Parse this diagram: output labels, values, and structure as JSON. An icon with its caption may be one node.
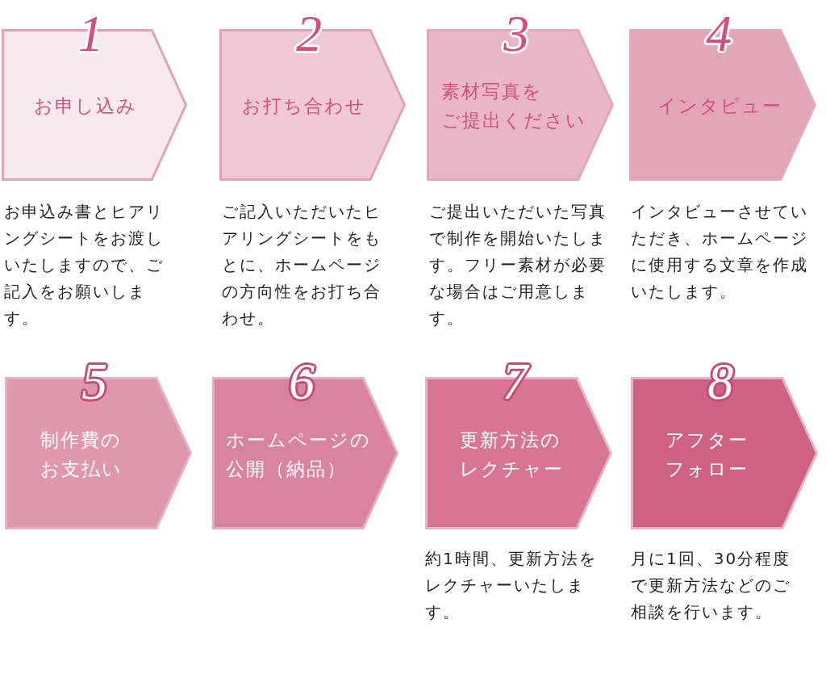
{
  "diagram": {
    "nodes": [
      {
        "text": [
          "1",
          "お申し込み"
        ],
        "beside": [
          "お申込み書とヒアリングシートをお渡しいたしますので、ご記入をお願いします。"
        ]
      },
      {
        "text": [
          "2",
          "お打ち合わせ"
        ],
        "beside": [
          "ご記入いただいたヒアリングシートをもとに、ホームページの方向性をお打ち合わせ。"
        ]
      },
      {
        "text": [
          "3",
          "素材写真をご提出ください"
        ],
        "beside": [
          "ご提出いただいた写真で制作を開始いたします。フリー素材が必要な場合はご用意します。"
        ]
      },
      {
        "text": [
          "4",
          "インタビュー"
        ],
        "beside": [
          "インタビューさせていただき、ホームページに使用する文章を作成いたします。"
        ]
      },
      {
        "text": [
          "5",
          "制作費のお支払い"
        ]
      },
      {
        "text": [
          "6",
          "ホームページの公開（納品）"
        ]
      },
      {
        "text": [
          "7",
          "更新方法のレクチャー"
        ],
        "beside": [
          "約1時間、更新方法をレクチャーいたします。"
        ]
      },
      {
        "text": [
          "8",
          "アフターフォロー"
        ],
        "beside": [
          "月に1回、30分程度で更新方法などのご相談を行います。"
        ]
      }
    ],
    "edges": []
  }
}
